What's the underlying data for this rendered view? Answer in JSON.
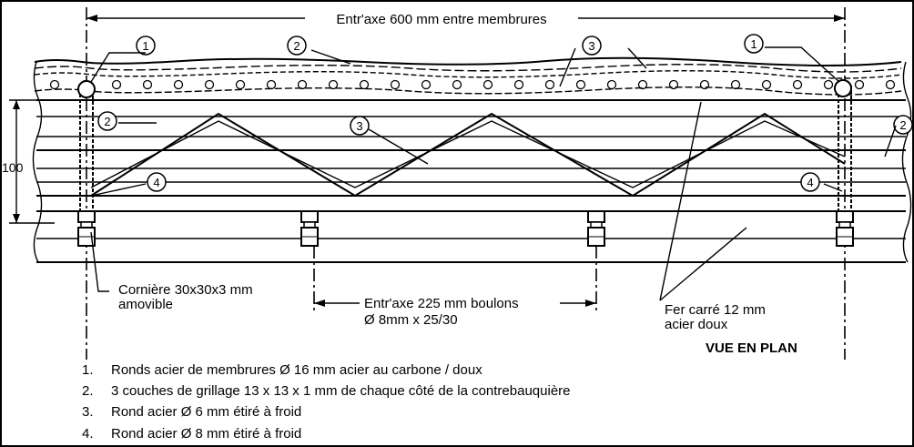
{
  "dimensions": {
    "top": "Entr'axe 600 mm entre membrures",
    "height": "100"
  },
  "callouts": {
    "top": [
      "1",
      "2",
      "3",
      "1"
    ],
    "mid_left": "2",
    "mid_center": "3",
    "mid_right": "2",
    "bottom_left": "4",
    "bottom_right": "4"
  },
  "annotations": {
    "corniere_line1": "Cornière 30x30x3 mm",
    "corniere_line2": "amovible",
    "boulons_line1": "Entr'axe 225 mm boulons",
    "boulons_line2": "Ø 8mm x 25/30",
    "fer_line1": "Fer carré 12 mm",
    "fer_line2": "acier doux",
    "view_title": "VUE EN PLAN"
  },
  "legend": [
    {
      "num": "1.",
      "text": "Ronds acier de membrures Ø 16 mm acier au carbone / doux"
    },
    {
      "num": "2.",
      "text": "3 couches de grillage 13 x 13 x 1 mm de chaque côté de la contrebauquière"
    },
    {
      "num": "3.",
      "text": "Rond acier Ø 6 mm étiré à froid"
    },
    {
      "num": "4.",
      "text": "Rond acier Ø 8 mm étiré à froid"
    }
  ]
}
